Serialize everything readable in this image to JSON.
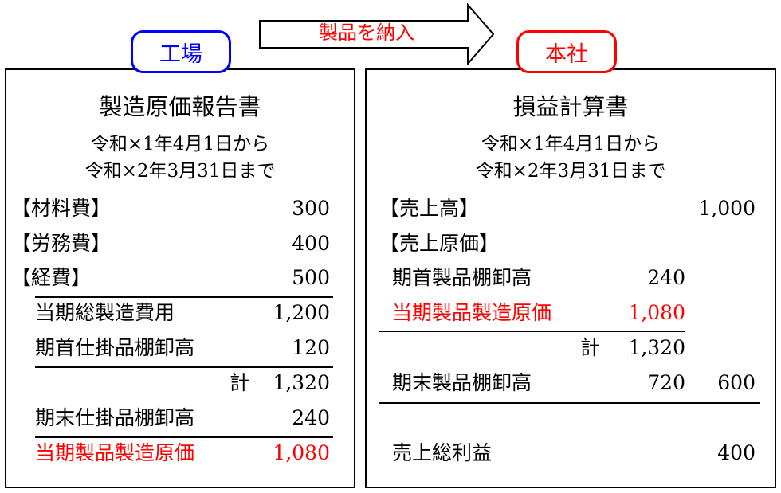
{
  "colors": {
    "factory_accent": "#0000FF",
    "hq_accent": "#FF0000",
    "highlight": "#FF0000",
    "text": "#000000"
  },
  "icons": {
    "transfer_arrow": "arrow-right-icon"
  },
  "arrow": {
    "label": "製品を納入"
  },
  "factory": {
    "tag": "工場",
    "title": "製造原価報告書",
    "period_from": "令和×1年4月1日から",
    "period_to": "令和×2年3月31日まで",
    "rows": [
      {
        "label": "【材料費】",
        "amount": "300"
      },
      {
        "label": "【労務費】",
        "amount": "400"
      },
      {
        "label": "【経費】",
        "amount": "500"
      },
      {
        "label": "当期総製造費用",
        "amount": "1,200"
      },
      {
        "label": "期首仕掛品棚卸高",
        "amount": "120"
      },
      {
        "label": "計",
        "amount": "1,320"
      },
      {
        "label": "期末仕掛品棚卸高",
        "amount": "240"
      },
      {
        "label": "当期製品製造原価",
        "amount": "1,080"
      }
    ]
  },
  "hq": {
    "tag": "本社",
    "title": "損益計算書",
    "period_from": "令和×1年4月1日から",
    "period_to": "令和×2年3月31日まで",
    "sales": {
      "label": "【売上高】",
      "amount": "1,000"
    },
    "cogs_heading": {
      "label": "【売上原価】"
    },
    "opening_goods": {
      "label": "期首製品棚卸高",
      "amount": "240"
    },
    "cost_of_goods_manufactured": {
      "label": "当期製品製造原価",
      "amount": "1,080"
    },
    "subtotal": {
      "label": "計",
      "amount": "1,320"
    },
    "closing_goods": {
      "label": "期末製品棚卸高",
      "amount": "720",
      "cogs_total": "600"
    },
    "gross_profit": {
      "label": "売上総利益",
      "amount": "400"
    }
  }
}
